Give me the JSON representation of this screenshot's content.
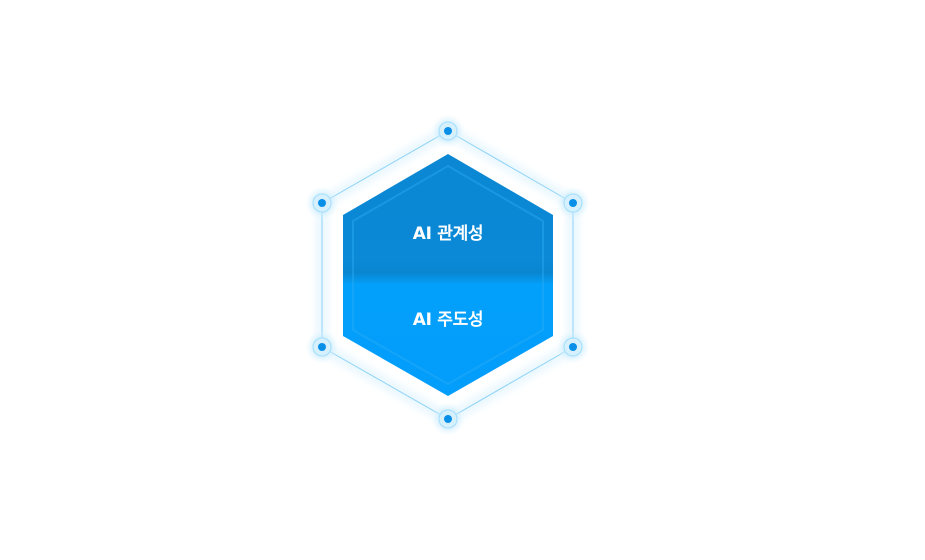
{
  "labels": {
    "top": "AI 관계성",
    "bottom": "AI 주도성"
  },
  "colors": {
    "hex_top": "#0b87d3",
    "hex_band": "#0a86d0",
    "hex_bottom": "#039dfb",
    "hex_edge": "#2aaaf3",
    "outline": "#8fd3f8",
    "node_dot": "#0a8fe8",
    "node_glow": "#8dd6fb"
  },
  "nodes": [
    {
      "id": "top"
    },
    {
      "id": "upper-right"
    },
    {
      "id": "lower-right"
    },
    {
      "id": "bottom"
    },
    {
      "id": "lower-left"
    },
    {
      "id": "upper-left"
    }
  ]
}
